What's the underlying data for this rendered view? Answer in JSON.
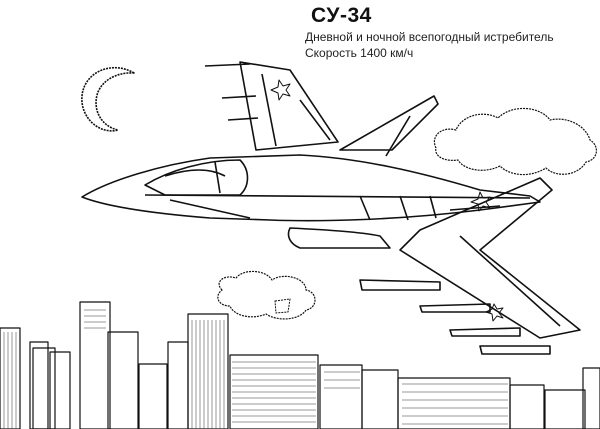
{
  "caption": {
    "title": "СУ-34",
    "line1": "Дневной и ночной всепогодный истребитель",
    "line2": "Скорость 1400 км/ч"
  },
  "illustration": {
    "subject": "fighter-jet",
    "elements": [
      "crescent-moon",
      "clouds",
      "jet",
      "city-skyline"
    ],
    "style": "black line art coloring page"
  }
}
